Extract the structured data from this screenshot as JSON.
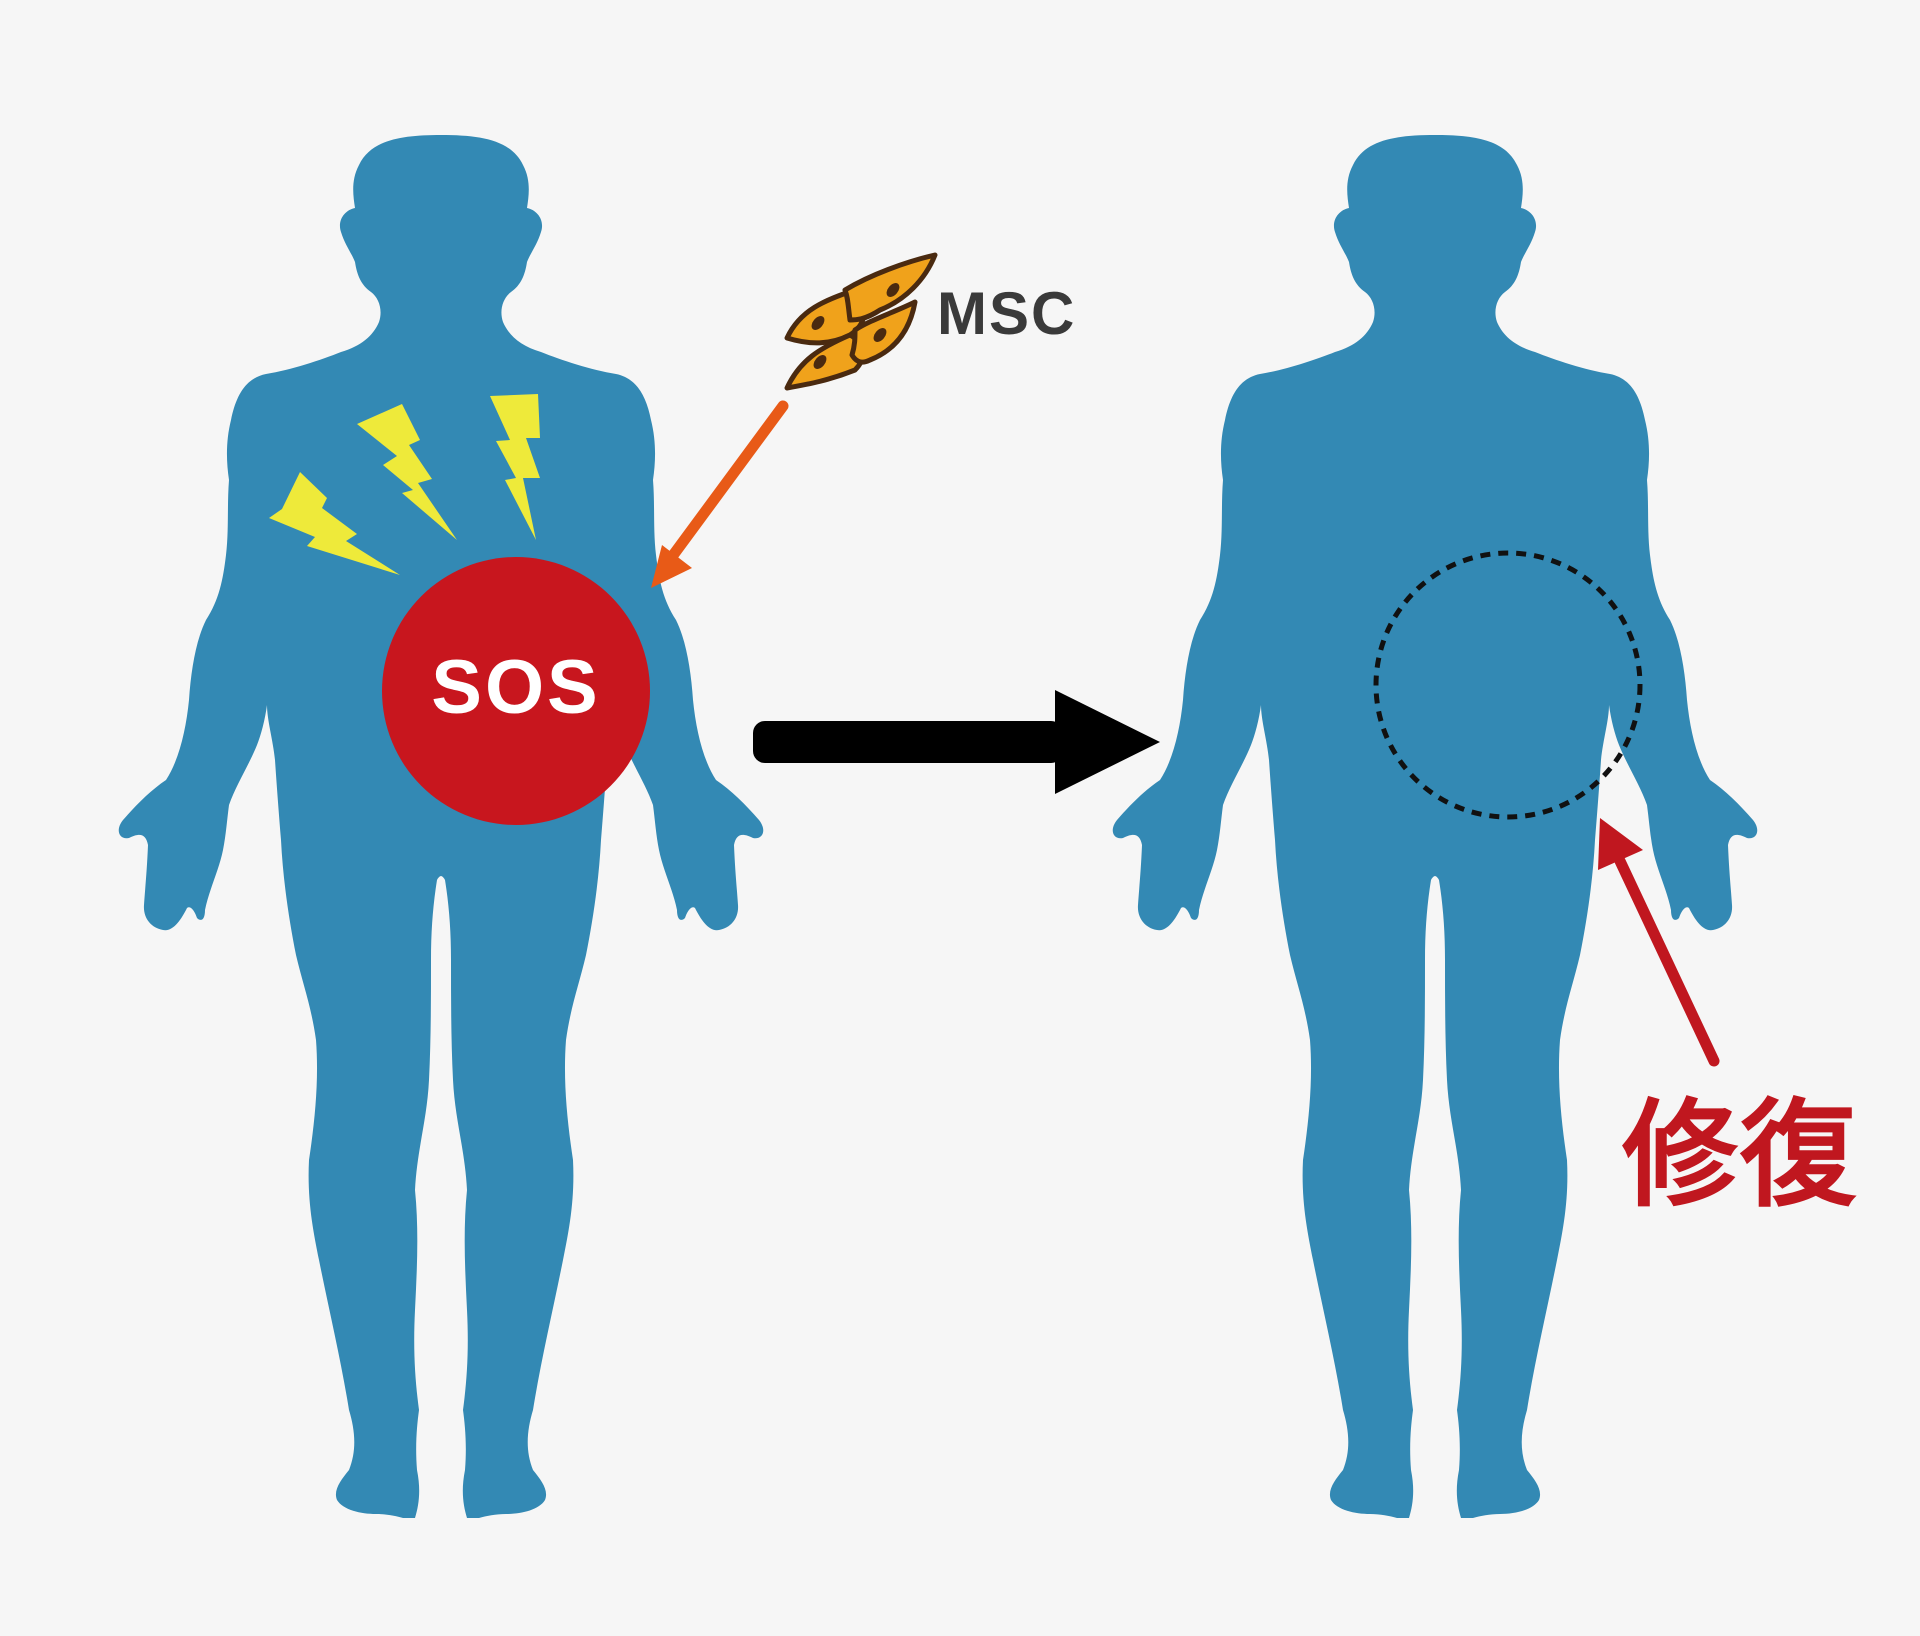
{
  "figure": {
    "type": "illustration",
    "description": "MSC therapy concept: injured body sends SOS, MSCs migrate and repair",
    "colors": {
      "background": "#f6f6f6",
      "body": "#3389b4",
      "sos_circle": "#c8161e",
      "lightning": "#eeea3a",
      "msc_arrow": "#e85a17",
      "msc_cell_fill": "#f0a21b",
      "msc_cell_stroke": "#4a2a10",
      "main_arrow": "#000000",
      "repair_arrow": "#c0171f",
      "dashed_circle": "#111111"
    }
  },
  "left_panel": {
    "body_icon": "human-silhouette",
    "damage_icon": "lightning-bolts",
    "sos_label": "SOS",
    "cells_icon": "msc-cells",
    "msc_label": "MSC"
  },
  "transition": {
    "icon": "right-arrow"
  },
  "right_panel": {
    "body_icon": "human-silhouette",
    "healed_region_icon": "dashed-circle",
    "repair_label": "修復"
  }
}
